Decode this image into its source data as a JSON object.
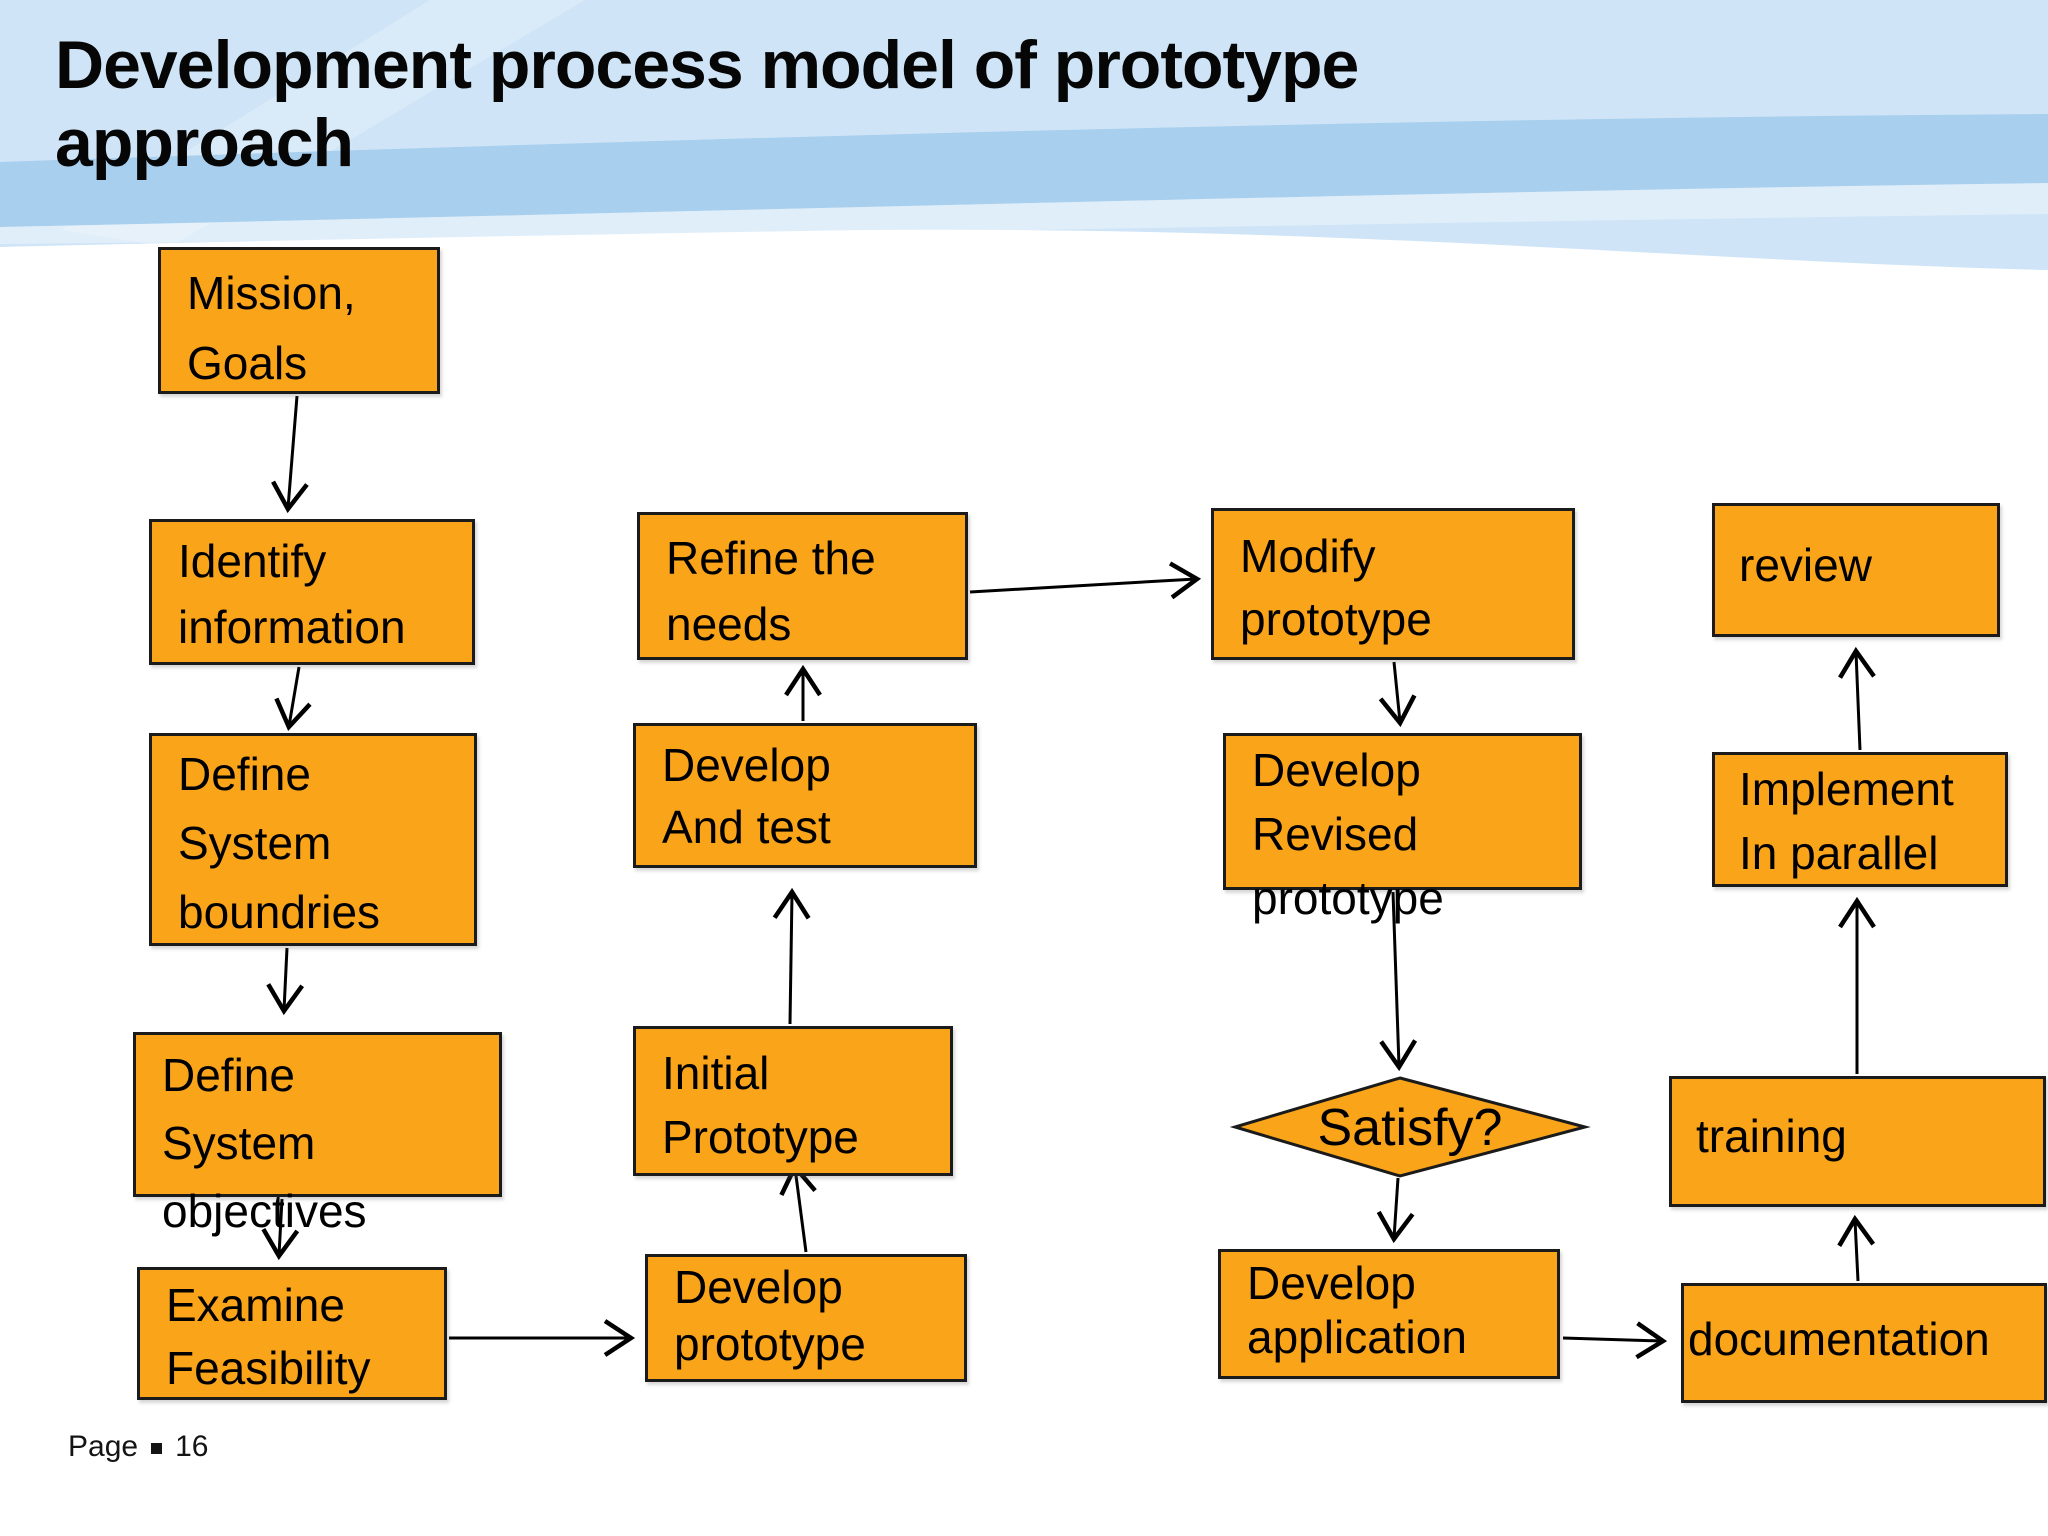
{
  "title": "Development process model of prototype approach",
  "footer": {
    "label": "Page",
    "number": "16"
  },
  "colors": {
    "node_fill": "#FAA41A",
    "node_border": "#1b1b1b",
    "bg_top_blue": "#cfe5f7",
    "bg_wave_blue": "#a8cfed",
    "text": "#000000"
  },
  "nodes": {
    "mission_goals": {
      "line1": "Mission,",
      "line2": "Goals"
    },
    "identify_information": {
      "line1": "Identify",
      "line2": "information"
    },
    "define_system_boundries": {
      "line1": "Define",
      "line2": "System",
      "line3": "boundries"
    },
    "define_system_objectives": {
      "line1": "Define",
      "line2": "System",
      "line3": "objectives"
    },
    "examine_feasibility": {
      "line1": "Examine",
      "line2": "Feasibility"
    },
    "refine_the_needs": {
      "line1": "Refine the",
      "line2": "needs"
    },
    "develop_and_test": {
      "line1": "Develop",
      "line2": "And test"
    },
    "initial_prototype": {
      "line1": "Initial",
      "line2": "Prototype"
    },
    "develop_prototype": {
      "line1": "Develop",
      "line2": "prototype"
    },
    "modify_prototype": {
      "line1": "Modify",
      "line2": "prototype"
    },
    "develop_revised_prototype": {
      "line1": "Develop",
      "line2": "Revised",
      "line3": "prototype"
    },
    "satisfy": {
      "line1": "Satisfy?"
    },
    "develop_application": {
      "line1": "Develop",
      "line2": "application"
    },
    "review": {
      "line1": "review"
    },
    "implement_in_parallel": {
      "line1": "Implement",
      "line2": "In parallel"
    },
    "training": {
      "line1": "training"
    },
    "documentation": {
      "line1": "documentation"
    }
  }
}
